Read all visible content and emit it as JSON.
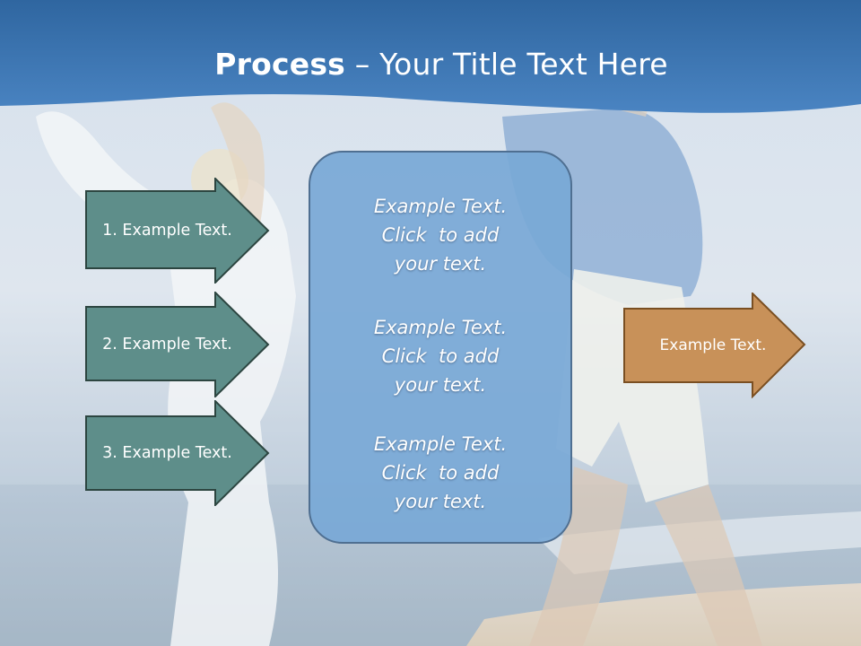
{
  "slide": {
    "title_bold": "Process",
    "title_rest": " – Your Title Text Here",
    "steps": [
      {
        "label": "1. Example Text."
      },
      {
        "label": "2. Example Text."
      },
      {
        "label": "3. Example Text."
      }
    ],
    "center_blocks": [
      {
        "line1": "Example Text.",
        "line2": "Click  to add",
        "line3": "your text."
      },
      {
        "line1": "Example Text.",
        "line2": "Click  to add",
        "line3": "your text."
      },
      {
        "line1": "Example Text.",
        "line2": "Click  to add",
        "line3": "your text."
      }
    ],
    "output": {
      "label": "Example Text."
    }
  },
  "colors": {
    "header": "#3d74ad",
    "step_arrow_fill": "#5e8e8a",
    "step_arrow_stroke": "#2c4540",
    "output_arrow_fill": "#c89159",
    "output_arrow_stroke": "#7a4f22",
    "center_box_fill": "#78a8d6"
  }
}
